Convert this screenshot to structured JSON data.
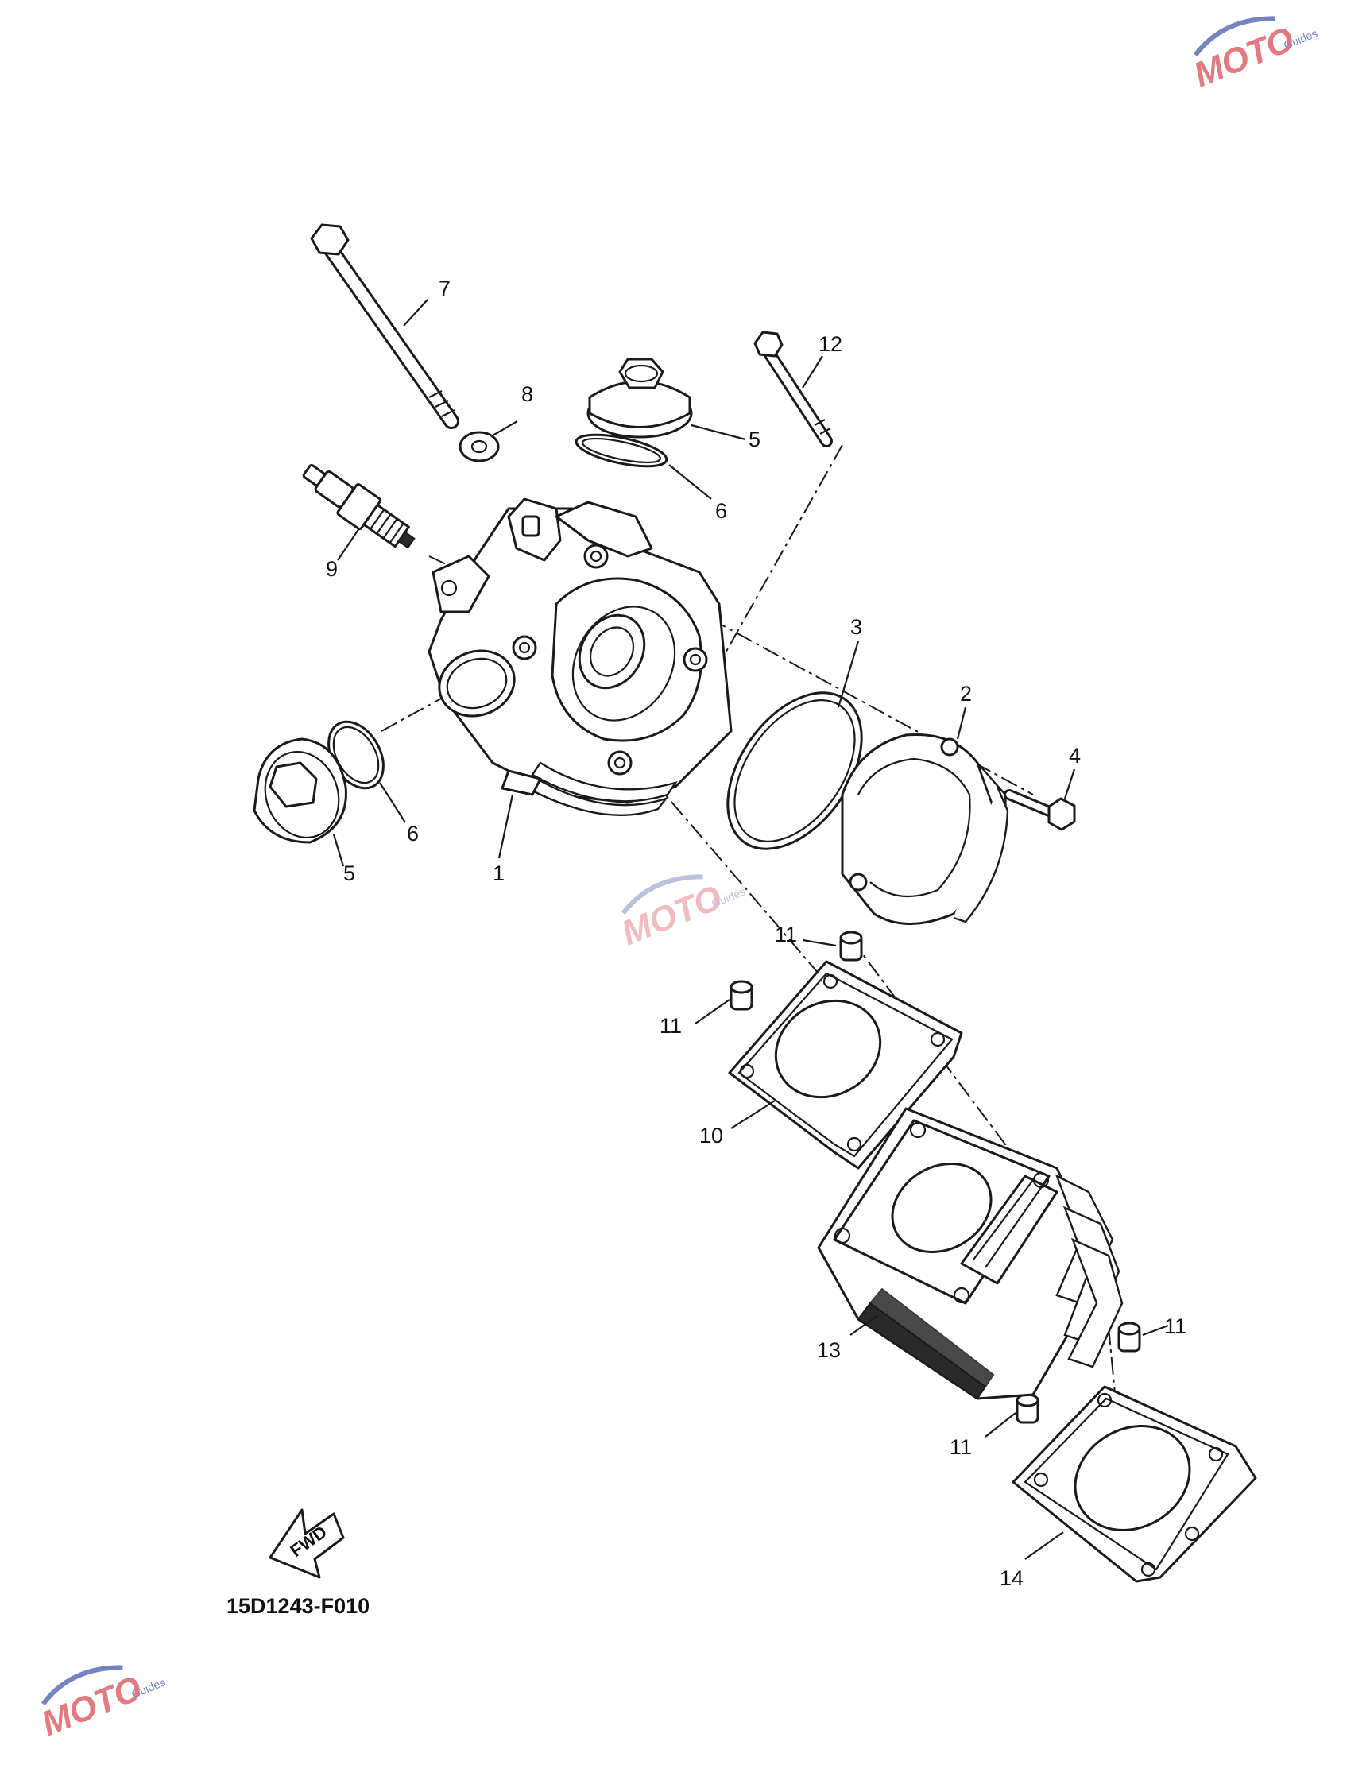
{
  "diagram": {
    "code": "15D1243-F010",
    "fwd_label": "FWD",
    "callouts": [
      {
        "id": "c1",
        "text": "1"
      },
      {
        "id": "c2",
        "text": "2"
      },
      {
        "id": "c3",
        "text": "3"
      },
      {
        "id": "c4",
        "text": "4"
      },
      {
        "id": "c5a",
        "text": "5"
      },
      {
        "id": "c5b",
        "text": "5"
      },
      {
        "id": "c6a",
        "text": "6"
      },
      {
        "id": "c6b",
        "text": "6"
      },
      {
        "id": "c7",
        "text": "7"
      },
      {
        "id": "c8",
        "text": "8"
      },
      {
        "id": "c9",
        "text": "9"
      },
      {
        "id": "c10",
        "text": "10"
      },
      {
        "id": "c11a",
        "text": "11"
      },
      {
        "id": "c11b",
        "text": "11"
      },
      {
        "id": "c11c",
        "text": "11"
      },
      {
        "id": "c11d",
        "text": "11"
      },
      {
        "id": "c12",
        "text": "12"
      },
      {
        "id": "c13",
        "text": "13"
      },
      {
        "id": "c14",
        "text": "14"
      }
    ],
    "watermark": {
      "brand": "MOTO",
      "sub": "Guides",
      "color_primary": "#d9434b",
      "color_secondary": "#3b4fa8"
    }
  }
}
